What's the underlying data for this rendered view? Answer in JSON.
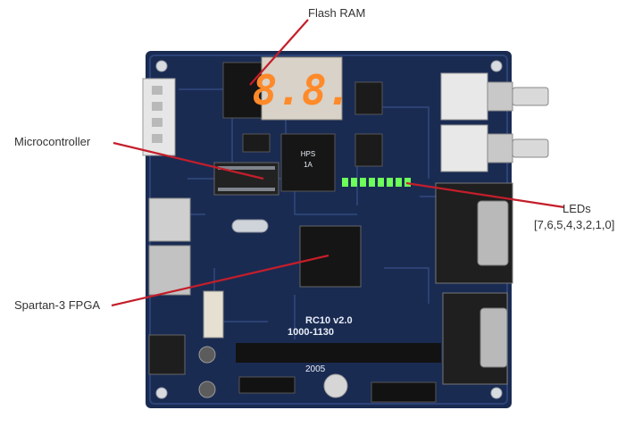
{
  "labels": {
    "flash_ram": "Flash RAM",
    "microcontroller": "Microcontroller",
    "leds": "LEDs",
    "leds_order": "[7,6,5,4,3,2,1,0]",
    "fpga": "Spartan-3 FPGA"
  },
  "board_text": {
    "model": "RC10 v2.0",
    "serial": "1000-1130",
    "year": "2005",
    "display": "8.8.",
    "chip_mark_1": "HPS",
    "chip_mark_2": "1A"
  },
  "colors": {
    "pcb": "#1a2b52",
    "leader_line": "#c41e2a",
    "led_green": "#6dff5a",
    "display_digits": "#ff8a2a"
  }
}
